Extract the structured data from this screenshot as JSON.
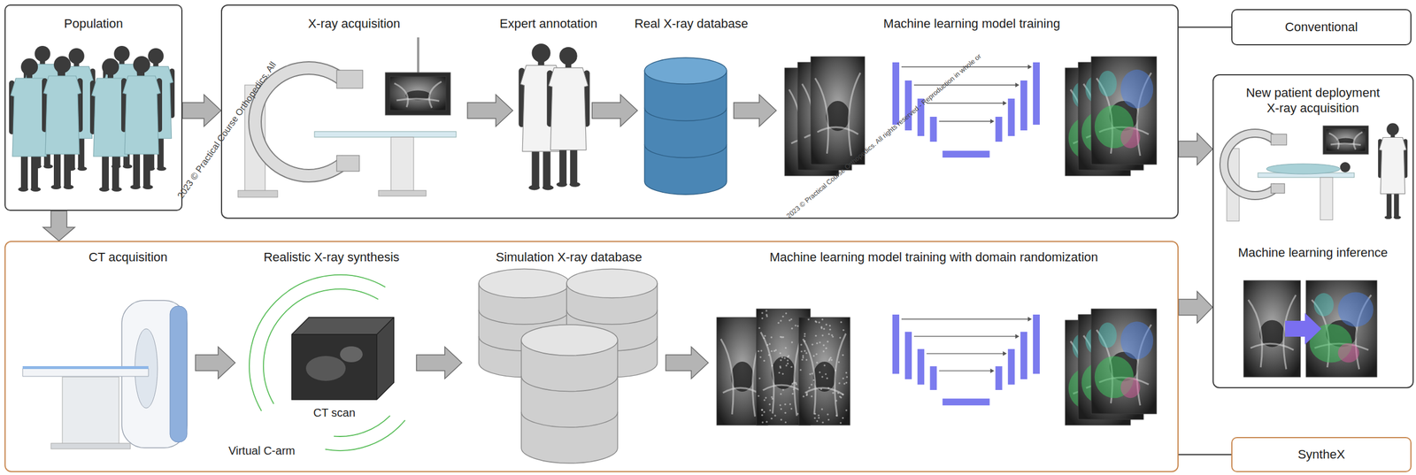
{
  "diagram": {
    "nodes": [
      {
        "text": [
          "Population"
        ]
      },
      {
        "text": [
          "X-ray acquisition",
          "Expert annotation",
          "Real X-ray database",
          "Machine learning model training"
        ]
      },
      {
        "text": [
          "Conventional"
        ]
      },
      {
        "text": [
          "New patient deployment X-ray acquisition",
          "Machine learning inference"
        ]
      },
      {
        "text": [
          "CT acquisition",
          "Realistic X-ray synthesis",
          "Simulation X-ray database",
          "Machine learning model training with domain randomization"
        ]
      },
      {
        "text": [
          "SyntheX"
        ]
      }
    ],
    "edges": [
      {
        "from": 0,
        "to": 1,
        "arrow": "to"
      },
      {
        "from": 0,
        "to": 4,
        "arrow": "to"
      },
      {
        "from": 1,
        "to": 3,
        "arrow": "to"
      },
      {
        "from": 4,
        "to": 3,
        "arrow": "to"
      },
      {
        "from": 1,
        "to": 2,
        "arrow": "none"
      },
      {
        "from": 4,
        "to": 5,
        "arrow": "none"
      }
    ],
    "labels": [
      "CT scan",
      "Virtual C-arm",
      "2023 © Practical Course Orthopedics. All",
      "2023 © Practical Course Orthopedics. All rights reserved - Reproduction in whole or"
    ]
  }
}
